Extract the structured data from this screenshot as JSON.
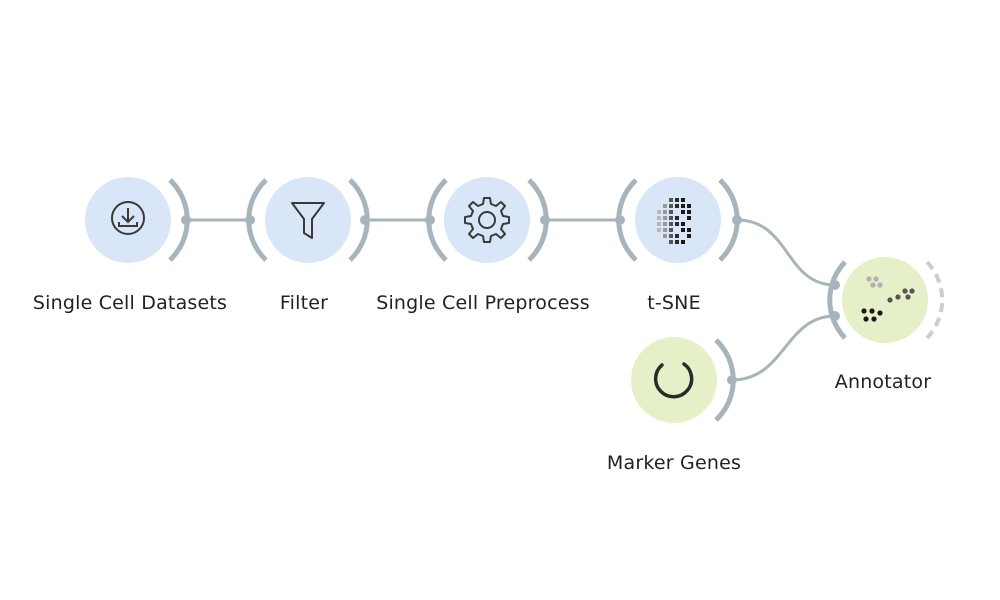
{
  "workflow": {
    "nodes": [
      {
        "id": "single-cell-datasets",
        "label": "Single Cell Datasets",
        "icon": "download-icon",
        "category": "data",
        "color": "#d8e6f8"
      },
      {
        "id": "filter",
        "label": "Filter",
        "icon": "funnel-icon",
        "category": "data",
        "color": "#d8e6f8"
      },
      {
        "id": "single-cell-preprocess",
        "label": "Single Cell Preprocess",
        "icon": "gear-icon",
        "category": "data",
        "color": "#d8e6f8"
      },
      {
        "id": "t-sne",
        "label": "t-SNE",
        "icon": "dot-grid-icon",
        "category": "unsupervised",
        "color": "#d8e6f8"
      },
      {
        "id": "marker-genes",
        "label": "Marker Genes",
        "icon": "ring-icon",
        "category": "single-cell",
        "color": "#e6f0c8"
      },
      {
        "id": "annotator",
        "label": "Annotator",
        "icon": "scatter-dots-icon",
        "category": "single-cell",
        "color": "#e6f0c8"
      }
    ],
    "links": [
      {
        "from": "single-cell-datasets",
        "to": "filter"
      },
      {
        "from": "filter",
        "to": "single-cell-preprocess"
      },
      {
        "from": "single-cell-preprocess",
        "to": "t-sne"
      },
      {
        "from": "t-sne",
        "to": "annotator"
      },
      {
        "from": "marker-genes",
        "to": "annotator"
      }
    ],
    "colors": {
      "link": "#a8b4bc",
      "arc": "#a8b4bc",
      "icon_stroke": "#3a3a3a"
    }
  }
}
